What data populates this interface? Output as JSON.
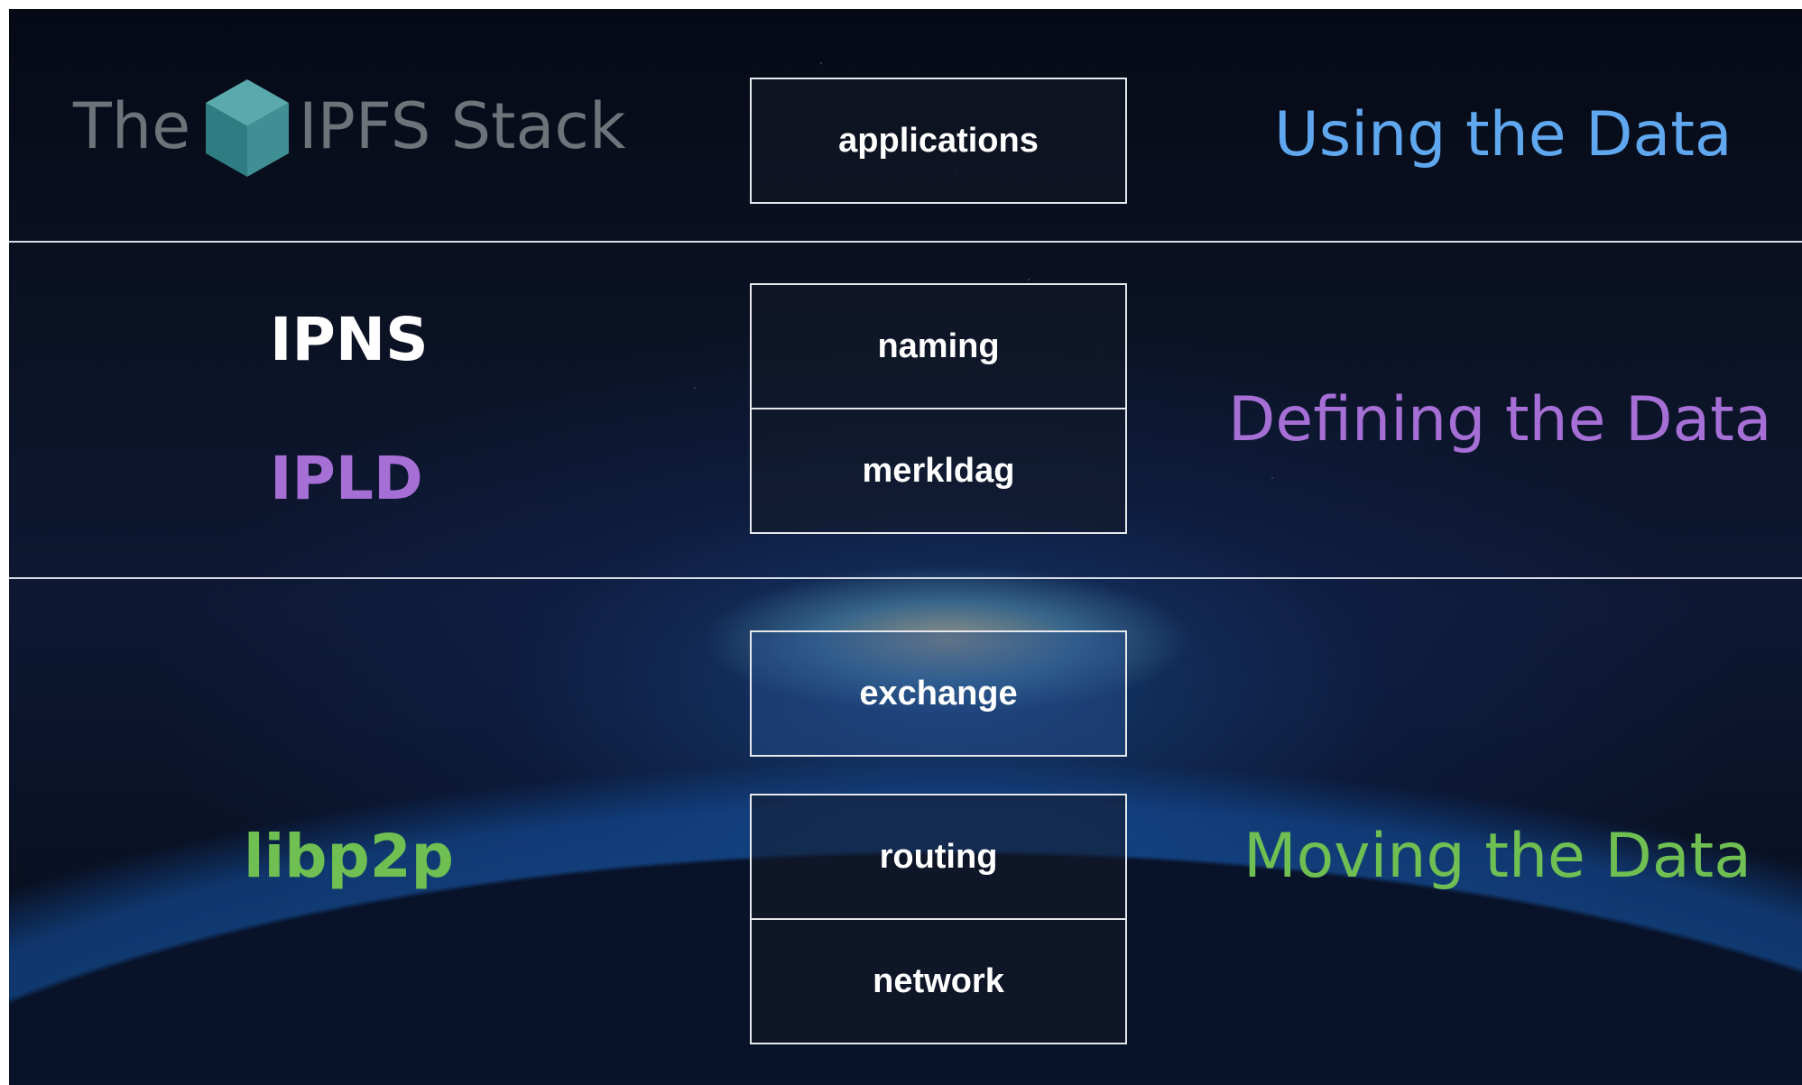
{
  "title": {
    "prefix": "The",
    "suffix": "IPFS Stack",
    "logo_icon": "cube-icon"
  },
  "layers": [
    "applications",
    "naming",
    "merkldag",
    "exchange",
    "routing",
    "network"
  ],
  "left_labels": {
    "ipns": "IPNS",
    "ipld": "IPLD",
    "libp2p": "libp2p"
  },
  "right_labels": {
    "using": "Using the Data",
    "defining": "Defining the Data",
    "moving": "Moving the Data"
  },
  "colors": {
    "using": "#5fa7ee",
    "defining": "#a66fd6",
    "moving": "#6fbf52",
    "ipns": "#ffffff",
    "ipld": "#a66fd6",
    "libp2p": "#6fbf52",
    "title_gray": "#6d7379",
    "cube_teal": "#3f8f94"
  }
}
